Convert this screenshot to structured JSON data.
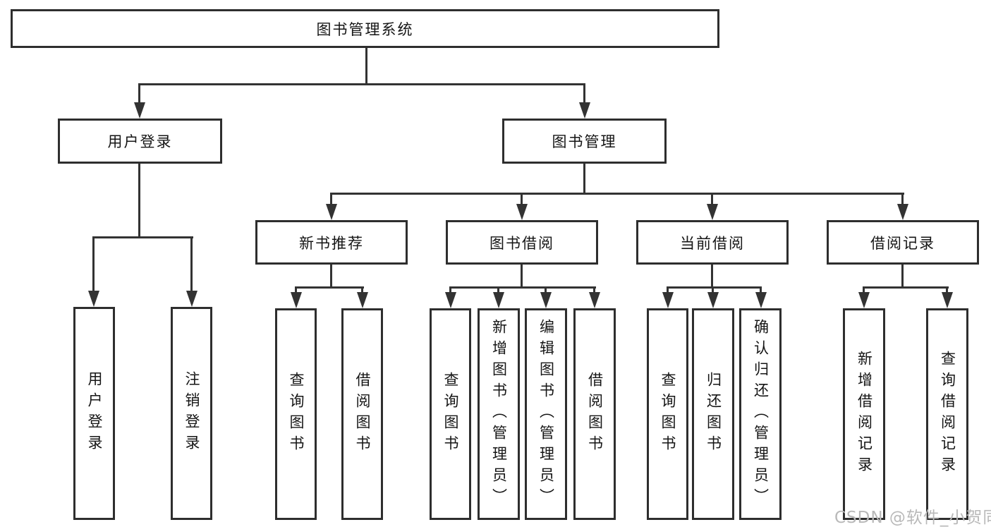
{
  "diagram": {
    "root": "图书管理系统",
    "level2": [
      "用户登录",
      "图书管理"
    ],
    "level3": [
      "新书推荐",
      "图书借阅",
      "当前借阅",
      "借阅记录"
    ],
    "leaves": [
      "用户登录",
      "注销登录",
      "查询图书",
      "借阅图书",
      "查询图书",
      "新增图书（管理员）",
      "编辑图书（管理员）",
      "借阅图书",
      "查询图书",
      "归还图书",
      "确认归还（管理员）",
      "新增借阅记录",
      "查询借阅记录"
    ]
  },
  "watermark": "CSDN @软件_小贺同学",
  "colors": {
    "line": "#333333",
    "box_border": "#2e2e2e",
    "text": "#151515",
    "watermark": "#b9b9b9",
    "background": "#ffffff"
  }
}
